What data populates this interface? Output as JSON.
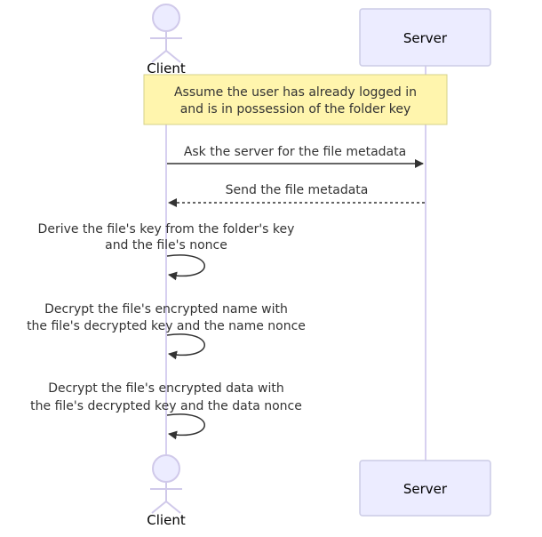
{
  "actors": {
    "client": {
      "label": "Client"
    },
    "server": {
      "label": "Server"
    }
  },
  "note": {
    "lines": [
      "Assume the user has already logged in",
      "and is in possession of the folder key"
    ]
  },
  "messages": [
    {
      "from": "client",
      "to": "server",
      "style": "solid",
      "lines": [
        "Ask the server for the file metadata"
      ]
    },
    {
      "from": "server",
      "to": "client",
      "style": "dashed",
      "lines": [
        "Send the file metadata"
      ]
    },
    {
      "from": "client",
      "to": "client",
      "style": "solid",
      "lines": [
        "Derive the file's key from the folder's key",
        "and the file's nonce"
      ]
    },
    {
      "from": "client",
      "to": "client",
      "style": "solid",
      "lines": [
        "Decrypt the file's encrypted name with",
        "the file's decrypted key and the name nonce"
      ]
    },
    {
      "from": "client",
      "to": "client",
      "style": "solid",
      "lines": [
        "Decrypt the file's encrypted data with",
        "the file's decrypted key and the data nonce"
      ]
    }
  ],
  "colors": {
    "lifeline": "#d7d0f0",
    "actor_fill": "#ececff",
    "actor_stroke": "#cccce6",
    "note_fill": "#fff5ad",
    "note_stroke": "#d6d28a",
    "arrow": "#333333"
  }
}
